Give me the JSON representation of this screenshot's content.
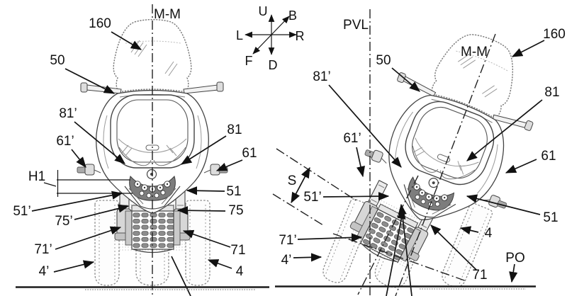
{
  "drawing": {
    "kind": "patent line drawing",
    "subject": "tilting three-wheeled motorcycle front view, upright (left) and leaning (right)"
  },
  "labels": {
    "m_m": "M-M",
    "pvl": "PVL",
    "po": "PO",
    "s": "S",
    "h1": "H1",
    "n160": "160",
    "n50": "50",
    "n81p": "81’",
    "n81": "81",
    "n61p": "61’",
    "n61": "61",
    "n51p": "51’",
    "n51": "51",
    "n75p": "75’",
    "n75": "75",
    "n71p": "71’",
    "n71": "71",
    "n4p": "4’",
    "n4": "4"
  },
  "compass": {
    "up": "U",
    "back": "B",
    "left": "L",
    "right": "R",
    "front": "F",
    "down": "D"
  },
  "colors": {
    "ink": "#1a1a1a",
    "leader": "#141414",
    "phantom_gray": "#8a8a8a",
    "lamp_band": "#7d7d7d",
    "background": "#ffffff"
  }
}
